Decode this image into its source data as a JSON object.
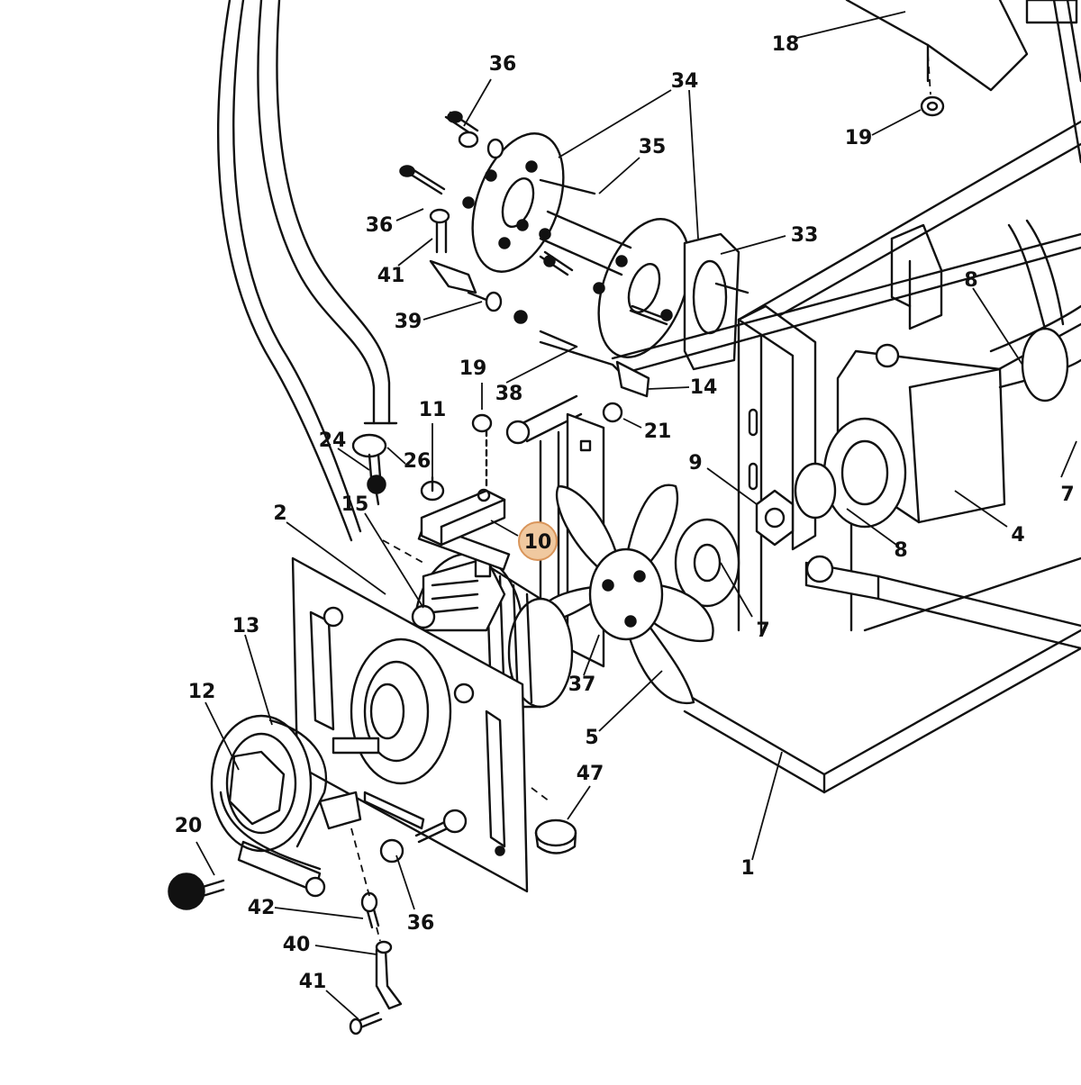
{
  "diagram": {
    "highlight_color": "#f0c9a0",
    "highlight_stroke": "#d9955a",
    "callouts": [
      {
        "label": "36"
      },
      {
        "label": "34"
      },
      {
        "label": "35"
      },
      {
        "label": "18"
      },
      {
        "label": "19"
      },
      {
        "label": "36"
      },
      {
        "label": "41"
      },
      {
        "label": "33"
      },
      {
        "label": "39"
      },
      {
        "label": "8"
      },
      {
        "label": "19"
      },
      {
        "label": "38"
      },
      {
        "label": "14"
      },
      {
        "label": "11"
      },
      {
        "label": "21"
      },
      {
        "label": "24"
      },
      {
        "label": "26"
      },
      {
        "label": "9"
      },
      {
        "label": "7"
      },
      {
        "label": "15"
      },
      {
        "label": "2"
      },
      {
        "label": "10",
        "highlighted": true
      },
      {
        "label": "4"
      },
      {
        "label": "8"
      },
      {
        "label": "13"
      },
      {
        "label": "7"
      },
      {
        "label": "12"
      },
      {
        "label": "37"
      },
      {
        "label": "5"
      },
      {
        "label": "47"
      },
      {
        "label": "20"
      },
      {
        "label": "1"
      },
      {
        "label": "42"
      },
      {
        "label": "36"
      },
      {
        "label": "40"
      },
      {
        "label": "41"
      }
    ]
  }
}
